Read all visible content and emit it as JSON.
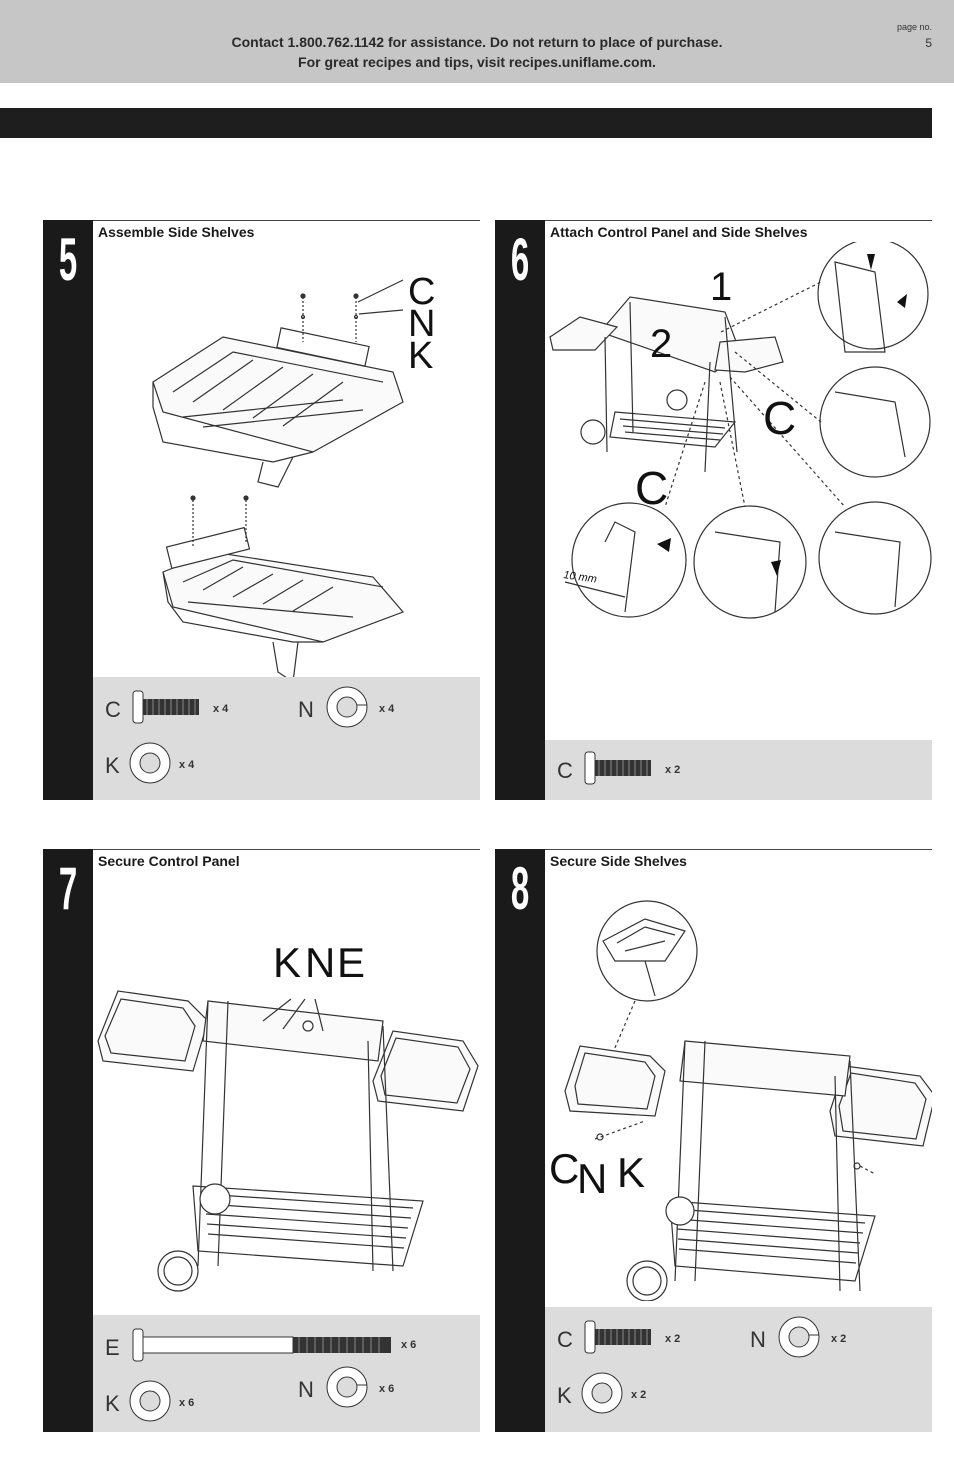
{
  "header": {
    "line1": "Contact 1.800.762.1142 for assistance. Do not return to place of purchase.",
    "line2": "For great recipes and tips, visit recipes.uniflame.com.",
    "page_label": "page no.",
    "page_number": "5"
  },
  "steps": [
    {
      "number": "5",
      "title": "Assemble Side Shelves",
      "callouts": [
        "C",
        "N",
        "K"
      ],
      "parts": [
        {
          "letter": "C",
          "qty": "x 4"
        },
        {
          "letter": "N",
          "qty": "x 4"
        },
        {
          "letter": "K",
          "qty": "x 4"
        }
      ]
    },
    {
      "number": "6",
      "title": "Attach Control Panel and Side Shelves",
      "callouts": [
        "1",
        "2",
        "C",
        "C"
      ],
      "measure": "10 mm",
      "parts": [
        {
          "letter": "C",
          "qty": "x 2"
        }
      ]
    },
    {
      "number": "7",
      "title": "Secure Control Panel",
      "callouts": [
        "K",
        "N",
        "E"
      ],
      "parts": [
        {
          "letter": "E",
          "qty": "x 6"
        },
        {
          "letter": "K",
          "qty": "x 6"
        },
        {
          "letter": "N",
          "qty": "x 6"
        }
      ]
    },
    {
      "number": "8",
      "title": "Secure Side Shelves",
      "callouts": [
        "C",
        "N",
        "K"
      ],
      "parts": [
        {
          "letter": "C",
          "qty": "x 2"
        },
        {
          "letter": "N",
          "qty": "x 2"
        },
        {
          "letter": "K",
          "qty": "x 2"
        }
      ]
    }
  ]
}
